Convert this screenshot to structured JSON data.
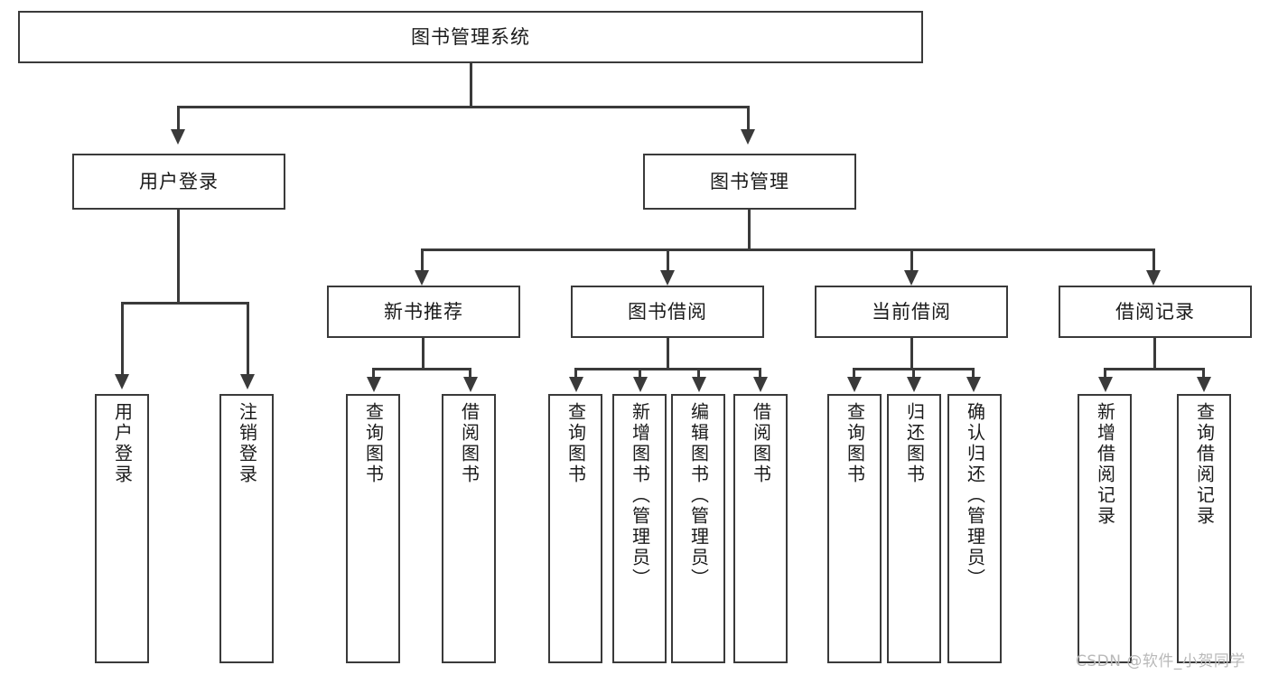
{
  "diagram": {
    "title": "图书管理系统",
    "type": "tree",
    "watermark": "CSDN @软件_小贺同学",
    "colors": {
      "stroke": "#3a3a3a",
      "fill": "#ffffff",
      "text": "#1a1a1a",
      "watermark": "#b9b9b9"
    },
    "root": {
      "label": "图书管理系统"
    },
    "level1": [
      {
        "label": "用户登录"
      },
      {
        "label": "图书管理"
      }
    ],
    "level2": [
      {
        "label": "新书推荐"
      },
      {
        "label": "图书借阅"
      },
      {
        "label": "当前借阅"
      },
      {
        "label": "借阅记录"
      }
    ],
    "leaves": {
      "user_login": [
        {
          "label": "用户登录"
        },
        {
          "label": "注销登录"
        }
      ],
      "new_book_recommend": [
        {
          "label": "查询图书"
        },
        {
          "label": "借阅图书"
        }
      ],
      "book_borrow": [
        {
          "label": "查询图书"
        },
        {
          "label": "新增图书（管理员）"
        },
        {
          "label": "编辑图书（管理员）"
        },
        {
          "label": "借阅图书"
        }
      ],
      "current_borrow": [
        {
          "label": "查询图书"
        },
        {
          "label": "归还图书"
        },
        {
          "label": "确认归还（管理员）"
        }
      ],
      "borrow_record": [
        {
          "label": "新增借阅记录"
        },
        {
          "label": "查询借阅记录"
        }
      ]
    }
  }
}
